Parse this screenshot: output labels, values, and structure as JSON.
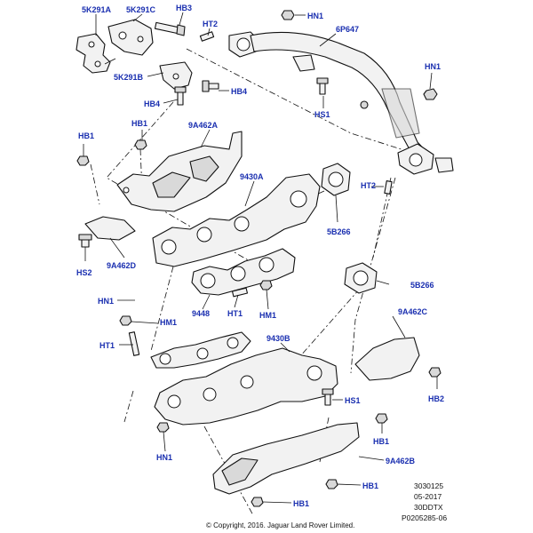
{
  "callouts": {
    "c_5k291a": "5K291A",
    "c_5k291c": "5K291C",
    "c_hb3": "HB3",
    "c_ht2_top": "HT2",
    "c_hn1_top": "HN1",
    "c_6p647": "6P647",
    "c_hn1_right": "HN1",
    "c_5k291b": "5K291B",
    "c_hb4_left": "HB4",
    "c_hb4_right": "HB4",
    "c_hs1_top": "HS1",
    "c_hb1_a": "HB1",
    "c_9a462a": "9A462A",
    "c_hb1_b": "HB1",
    "c_9430a": "9430A",
    "c_ht2_mid": "HT2",
    "c_5b266_upper": "5B266",
    "c_hs2": "HS2",
    "c_9a462d": "9A462D",
    "c_5b266_lower": "5B266",
    "c_hn1_mid": "HN1",
    "c_9448": "9448",
    "c_ht1_mid": "HT1",
    "c_hm1_right": "HM1",
    "c_9a462c": "9A462C",
    "c_hm1_left": "HM1",
    "c_ht1_left": "HT1",
    "c_9430b": "9430B",
    "c_hs1_bottom": "HS1",
    "c_hb2": "HB2",
    "c_hb1_c": "HB1",
    "c_hn1_bottom": "HN1",
    "c_9a462b": "9A462B",
    "c_hb1_d": "HB1",
    "c_hb1_e": "HB1"
  },
  "info_block": {
    "line1": "3030125",
    "line2": "05-2017",
    "line3": "30DDTX",
    "line4": "P0205285-06"
  },
  "copyright": "© Copyright, 2016. Jaguar Land Rover Limited.",
  "colors": {
    "callout": "#1a2fb0",
    "outline": "#111111"
  }
}
